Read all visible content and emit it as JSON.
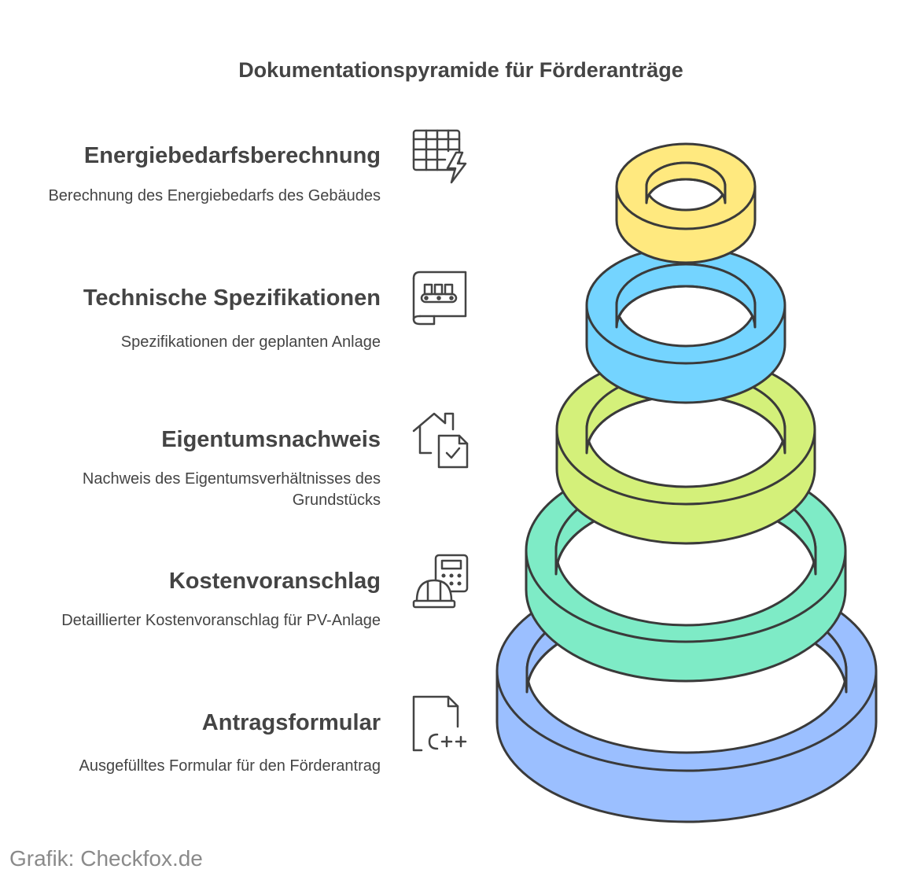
{
  "title": "Dokumentationspyramide für Förderanträge",
  "items": [
    {
      "heading": "Energiebedarfsberechnung",
      "description": "Berechnung des Energiebedarfs des Gebäudes",
      "icon": "spreadsheet-lightning-icon",
      "color": "#FFE97F"
    },
    {
      "heading": "Technische Spezifikationen",
      "description": "Spezifikationen der geplanten Anlage",
      "icon": "blueprint-conveyor-icon",
      "color": "#74D4FF"
    },
    {
      "heading": "Eigentumsnachweis",
      "description": "Nachweis des Eigentumsverhältnisses des Grundstücks",
      "icon": "house-document-check-icon",
      "color": "#D4F07A"
    },
    {
      "heading": "Kostenvoranschlag",
      "description": "Detaillierter Kostenvoranschlag für PV-Anlage",
      "icon": "calculator-hardhat-icon",
      "color": "#7EEBC6"
    },
    {
      "heading": "Antragsformular",
      "description": "Ausgefülltes Formular für den Förderantrag",
      "icon": "code-document-icon",
      "color": "#9BBFFF"
    }
  ],
  "footer": "Grafik: Checkfox.de"
}
